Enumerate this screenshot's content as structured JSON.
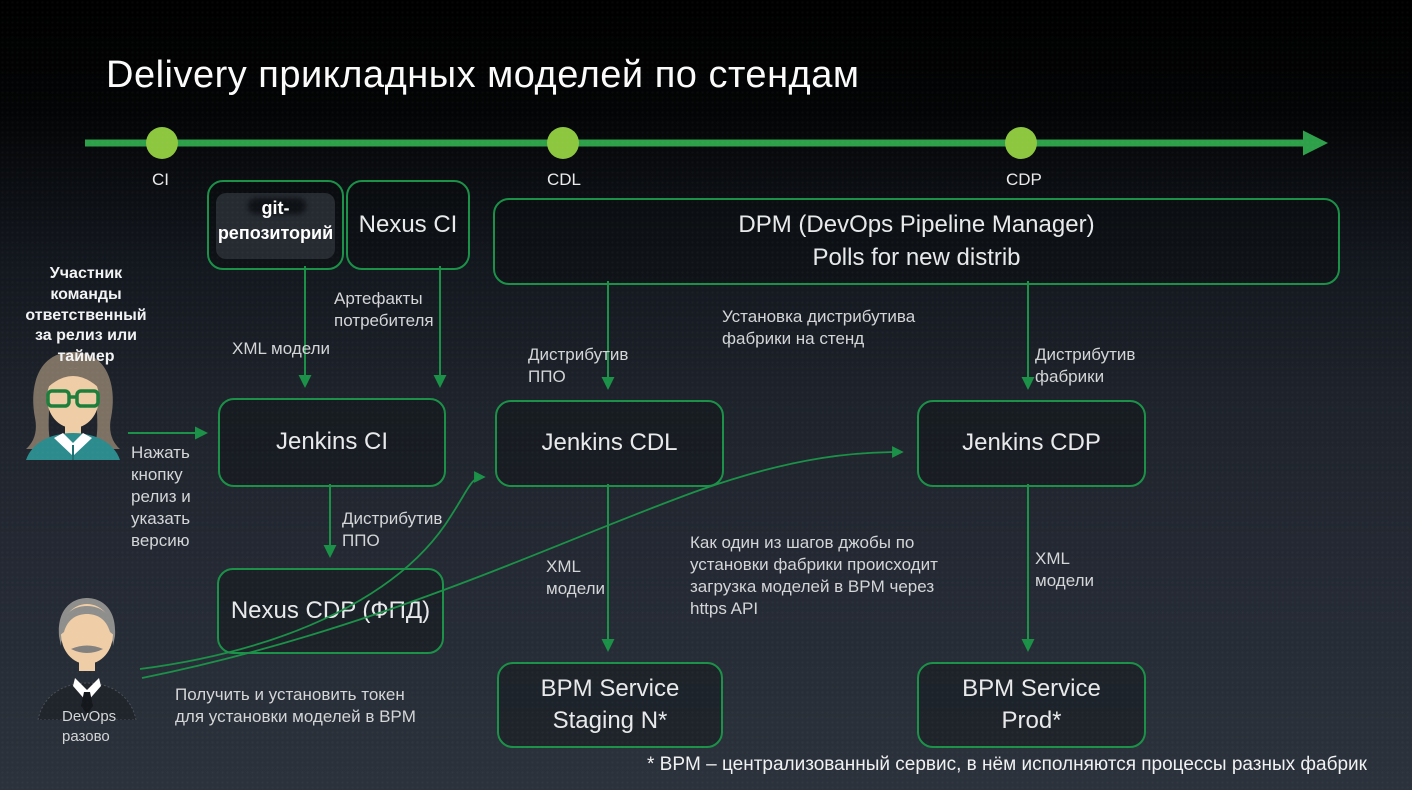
{
  "slide": {
    "title": "Delivery прикладных моделей по стендам",
    "footnote": "* BPM – централизованный сервис, в нём исполняются процессы разных фабрик"
  },
  "colors": {
    "timeline_green": "#2ea04a",
    "milestone_green": "#8dc63f",
    "box_border_green": "#1a9147",
    "background_top": "#000000",
    "background_bottom": "#2c323c",
    "text_primary": "#ffffff",
    "text_secondary": "#d3d5d7"
  },
  "timeline": {
    "stages": [
      {
        "label": "CI"
      },
      {
        "label": "CDL"
      },
      {
        "label": "CDP"
      }
    ]
  },
  "nodes": {
    "git_repo": {
      "label": "git-репозиторий"
    },
    "nexus_ci": {
      "label": "Nexus CI"
    },
    "dpm": {
      "line1": "DPM (DevOps Pipeline Manager)",
      "line2": "Polls for new distrib"
    },
    "jenkins_ci": {
      "label": "Jenkins CI"
    },
    "jenkins_cdl": {
      "label": "Jenkins CDL"
    },
    "jenkins_cdp": {
      "label": "Jenkins CDP"
    },
    "nexus_cdp": {
      "label": "Nexus CDP (ФПД)"
    },
    "bpm_staging": {
      "line1": "BPM Service",
      "line2": "Staging N*"
    },
    "bpm_prod": {
      "line1": "BPM Service",
      "line2": "Prod*"
    }
  },
  "actors": {
    "release_manager": {
      "caption": "Участник команды ответственный за релиз или таймер"
    },
    "devops": {
      "caption": "DevOps разово"
    }
  },
  "edge_labels": {
    "xml_models_git": "XML модели",
    "consumer_artifacts": "Артефакты потребителя",
    "press_release_button": "Нажать кнопку релиз и указать версию",
    "distrib_ppo_dpm": "Дистрибутив ППО",
    "install_factory_distrib": "Установка дистрибутива фабрики на стенд",
    "distrib_factory": "Дистрибутив фабрики",
    "distrib_ppo_ci": "Дистрибутив ППО",
    "xml_models_cdl": "XML модели",
    "xml_models_cdp": "XML модели",
    "bpm_upload_note": "Как один из шагов джобы по установки фабрики происходит загрузка моделей в BPM через https API",
    "token_note": "Получить и установить токен для установки моделей в BPM"
  }
}
